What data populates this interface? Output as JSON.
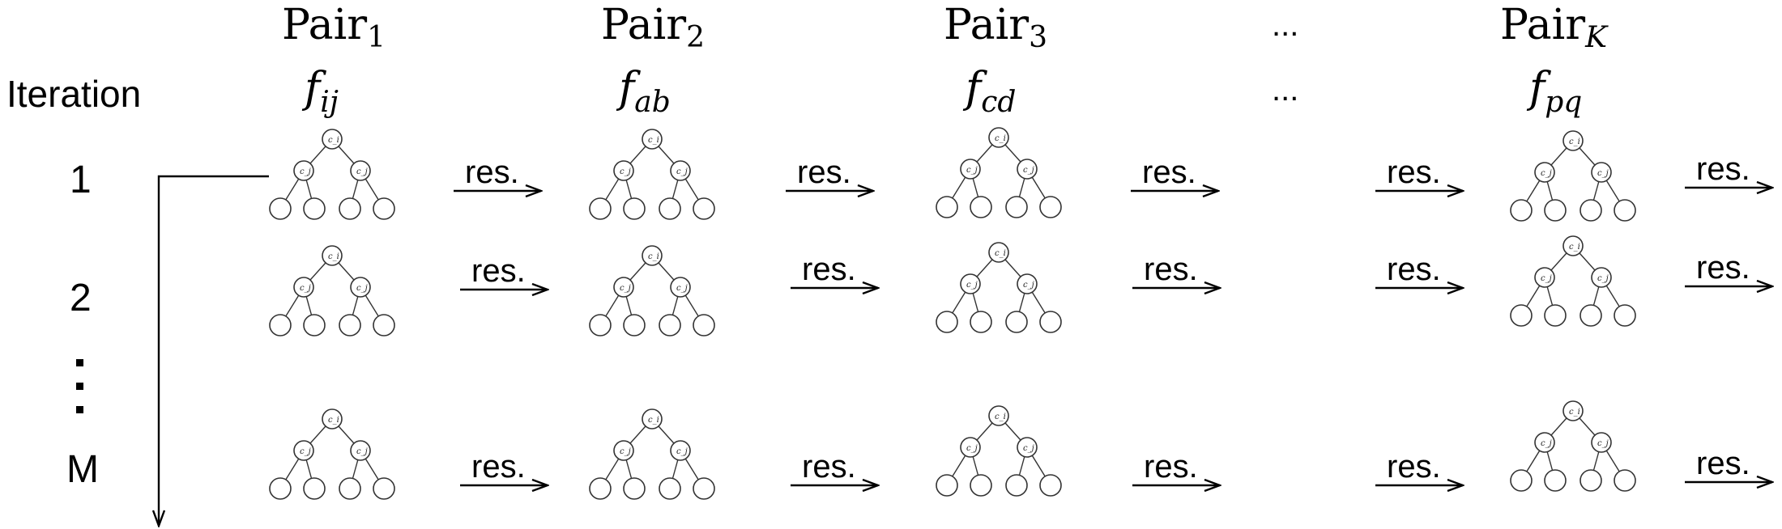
{
  "header": {
    "iteration_label": "Iteration",
    "pairs": [
      {
        "base": "Pair",
        "sub": "1",
        "fn_base": "f",
        "fn_sub": "ij"
      },
      {
        "base": "Pair",
        "sub": "2",
        "fn_base": "f",
        "fn_sub": "ab"
      },
      {
        "base": "Pair",
        "sub": "3",
        "fn_base": "f",
        "fn_sub": "cd"
      },
      {
        "ellipsis": "...",
        "fn_ellipsis": "..."
      },
      {
        "base": "Pair",
        "sub": "K",
        "fn_base": "f",
        "fn_sub": "pq"
      }
    ]
  },
  "rows": [
    {
      "label": "1"
    },
    {
      "label": "2"
    },
    {
      "label": ":"
    },
    {
      "label": "M"
    }
  ],
  "arrow_label": "res.",
  "tree_node_labels": {
    "root": "c_i",
    "left": "c_j",
    "right": "c_j"
  }
}
